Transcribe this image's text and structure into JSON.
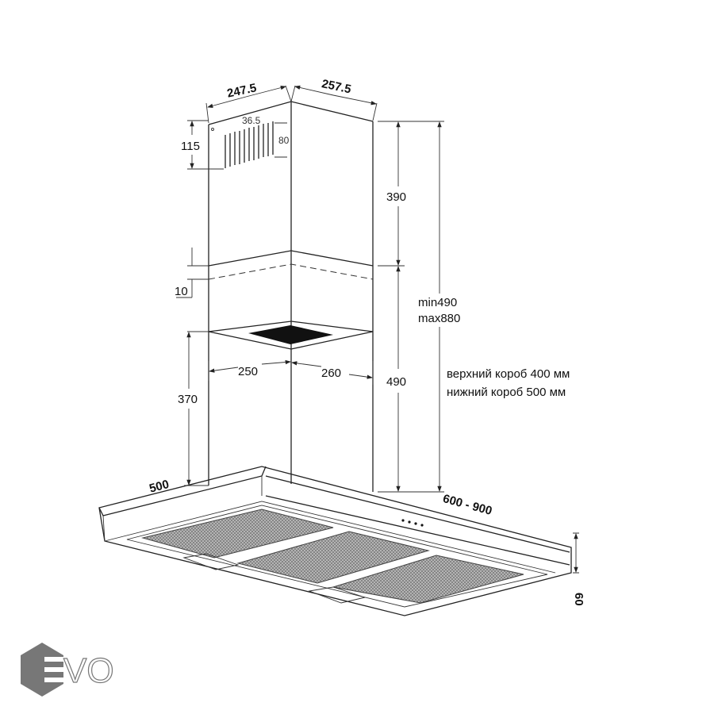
{
  "dimensions": {
    "top_left_width": "247.5",
    "top_right_width": "257.5",
    "vent_width": "36.5",
    "vent_height": "80",
    "vent_offset": "115",
    "upper_chimney": "390",
    "overlap": "10",
    "height_min": "min490",
    "height_max": "max880",
    "lower_left_width": "250",
    "lower_right_width": "260",
    "hood_to_box": "370",
    "lower_chimney": "490",
    "hood_depth": "500",
    "hood_width": "600 - 900",
    "hood_thickness": "60"
  },
  "notes": {
    "upper_box": "верхний короб 400 мм",
    "lower_box": "нижний короб 500 мм"
  },
  "logo": {
    "text": "EVO",
    "color": "#777777"
  }
}
